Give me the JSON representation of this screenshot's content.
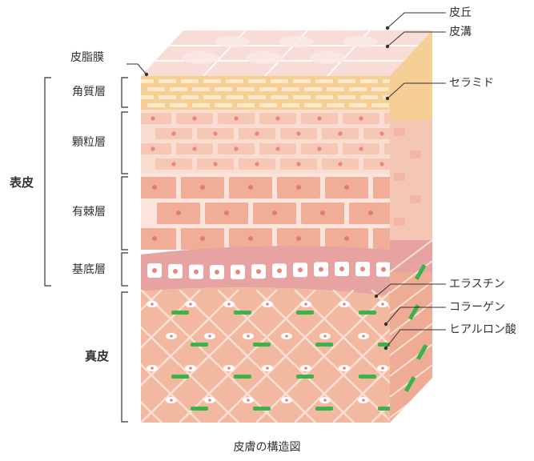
{
  "diagram": {
    "caption": "皮膚の構造図",
    "groups": {
      "epidermis": "表皮",
      "dermis": "真皮"
    },
    "left_labels": {
      "sebum_film": "皮脂膜",
      "stratum_corneum": "角質層",
      "stratum_granulosum": "顆粒層",
      "stratum_spinosum": "有棘層",
      "stratum_basale": "基底層"
    },
    "right_labels": {
      "skin_ridge": "皮丘",
      "skin_furrow": "皮溝",
      "ceramide": "セラミド",
      "elastin": "エラスチン",
      "collagen": "コラーゲン",
      "hyaluronic_acid": "ヒアルロン酸"
    },
    "colors": {
      "surface": "#f7dcd7",
      "stratum_corneum": "#f6cf96",
      "stratum_granulosum": "#f6cdb6",
      "stratum_spinosum": "#f1b6a2",
      "stratum_basale": "#e39e9c",
      "dermis": "#f1b39b",
      "elastin": "#3bb34a",
      "nucleus": "#e8857c"
    }
  }
}
